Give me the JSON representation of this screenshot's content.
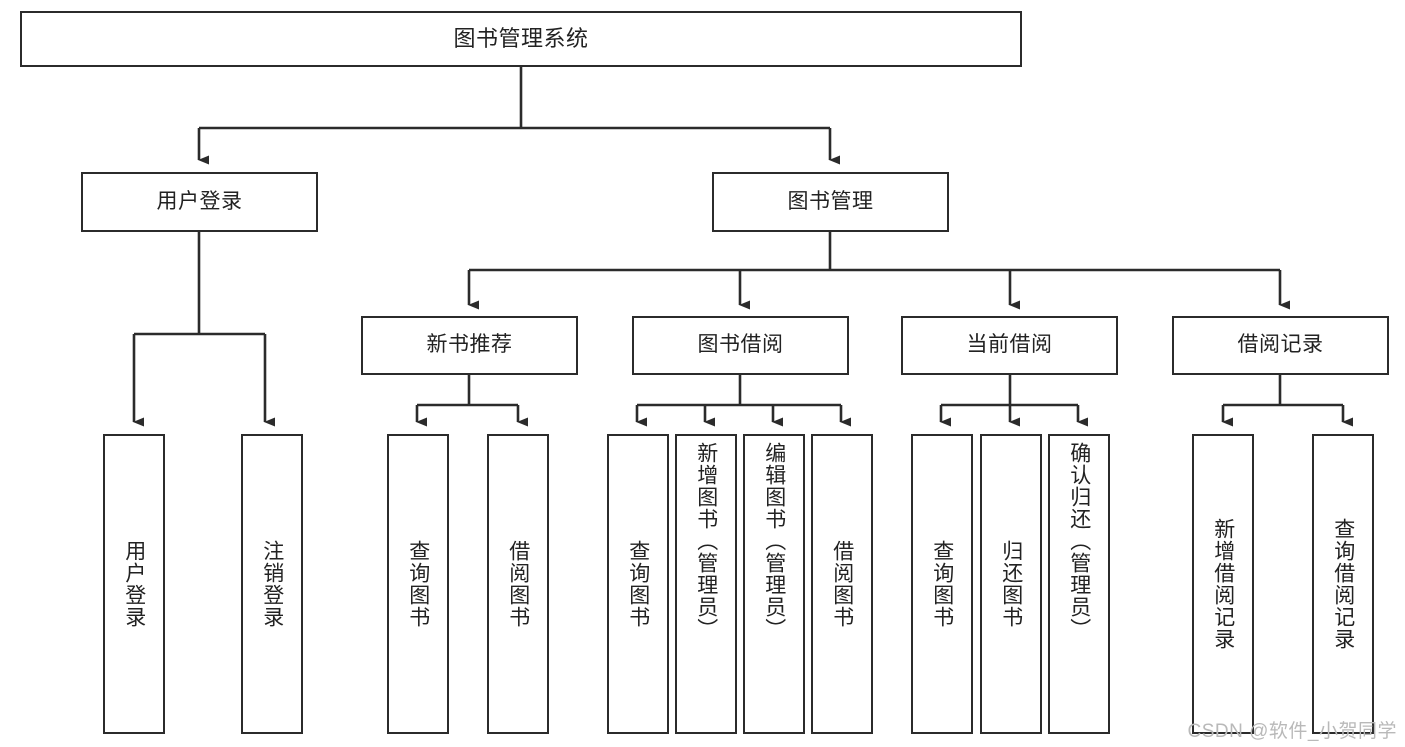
{
  "diagram": {
    "type": "tree",
    "title": "图书管理系统",
    "orientation": "top-down",
    "line_color": "#2b2b2b",
    "box_fill": "#ffffff",
    "text_color": "#222222",
    "root": {
      "id": "root",
      "label": "图书管理系统"
    },
    "level2": [
      {
        "id": "user-login",
        "label": "用户登录"
      },
      {
        "id": "book-management",
        "label": "图书管理"
      }
    ],
    "level3": [
      {
        "id": "new-book-recommend",
        "label": "新书推荐",
        "parent": "book-management"
      },
      {
        "id": "book-borrow",
        "label": "图书借阅",
        "parent": "book-management"
      },
      {
        "id": "current-borrow",
        "label": "当前借阅",
        "parent": "book-management"
      },
      {
        "id": "borrow-record",
        "label": "借阅记录",
        "parent": "book-management"
      }
    ],
    "leaves": [
      {
        "id": "leaf-user-login",
        "label": "用户登录",
        "parent": "user-login"
      },
      {
        "id": "leaf-logout-login",
        "label": "注销登录",
        "parent": "user-login"
      },
      {
        "id": "leaf-query-book-1",
        "label": "查询图书",
        "parent": "new-book-recommend"
      },
      {
        "id": "leaf-borrow-book-1",
        "label": "借阅图书",
        "parent": "new-book-recommend"
      },
      {
        "id": "leaf-query-book-2",
        "label": "查询图书",
        "parent": "book-borrow"
      },
      {
        "id": "leaf-add-book",
        "label": "新增图书（管理员）",
        "parent": "book-borrow"
      },
      {
        "id": "leaf-edit-book",
        "label": "编辑图书（管理员）",
        "parent": "book-borrow"
      },
      {
        "id": "leaf-borrow-book-2",
        "label": "借阅图书",
        "parent": "book-borrow"
      },
      {
        "id": "leaf-query-book-3",
        "label": "查询图书",
        "parent": "current-borrow"
      },
      {
        "id": "leaf-return-book",
        "label": "归还图书",
        "parent": "current-borrow"
      },
      {
        "id": "leaf-confirm-return",
        "label": "确认归还（管理员）",
        "parent": "current-borrow"
      },
      {
        "id": "leaf-add-record",
        "label": "新增借阅记录",
        "parent": "borrow-record"
      },
      {
        "id": "leaf-query-record",
        "label": "查询借阅记录",
        "parent": "borrow-record"
      }
    ]
  },
  "watermark": {
    "text": "CSDN @软件_小贺同学"
  }
}
